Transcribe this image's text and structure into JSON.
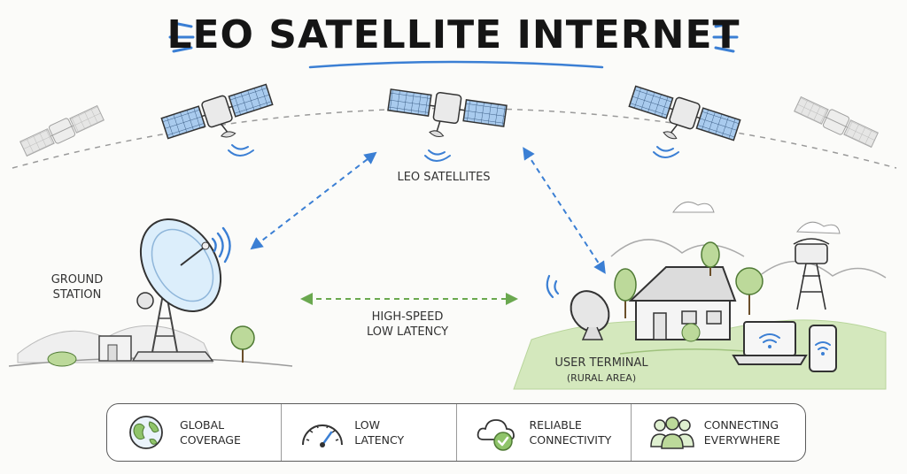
{
  "title": "LEO SATELLITE INTERNET",
  "labels": {
    "satellites": "LEO SATELLITES",
    "ground_line1": "GROUND",
    "ground_line2": "STATION",
    "speed_line1": "HIGH-SPEED",
    "speed_line2": "LOW LATENCY",
    "user_line1": "USER TERMINAL",
    "user_line2": "(RURAL AREA)"
  },
  "features": [
    {
      "icon": "globe-icon",
      "line1": "GLOBAL",
      "line2": "COVERAGE"
    },
    {
      "icon": "speedometer-icon",
      "line1": "LOW",
      "line2": "LATENCY"
    },
    {
      "icon": "cloud-check-icon",
      "line1": "RELIABLE",
      "line2": "CONNECTIVITY"
    },
    {
      "icon": "people-icon",
      "line1": "CONNECTING",
      "line2": "EVERYWHERE"
    }
  ],
  "colors": {
    "link_blue": "#3b7fd4",
    "link_green": "#6aa84f",
    "grass": "#bcd99a",
    "panel_blue": "#9cc3ea"
  }
}
